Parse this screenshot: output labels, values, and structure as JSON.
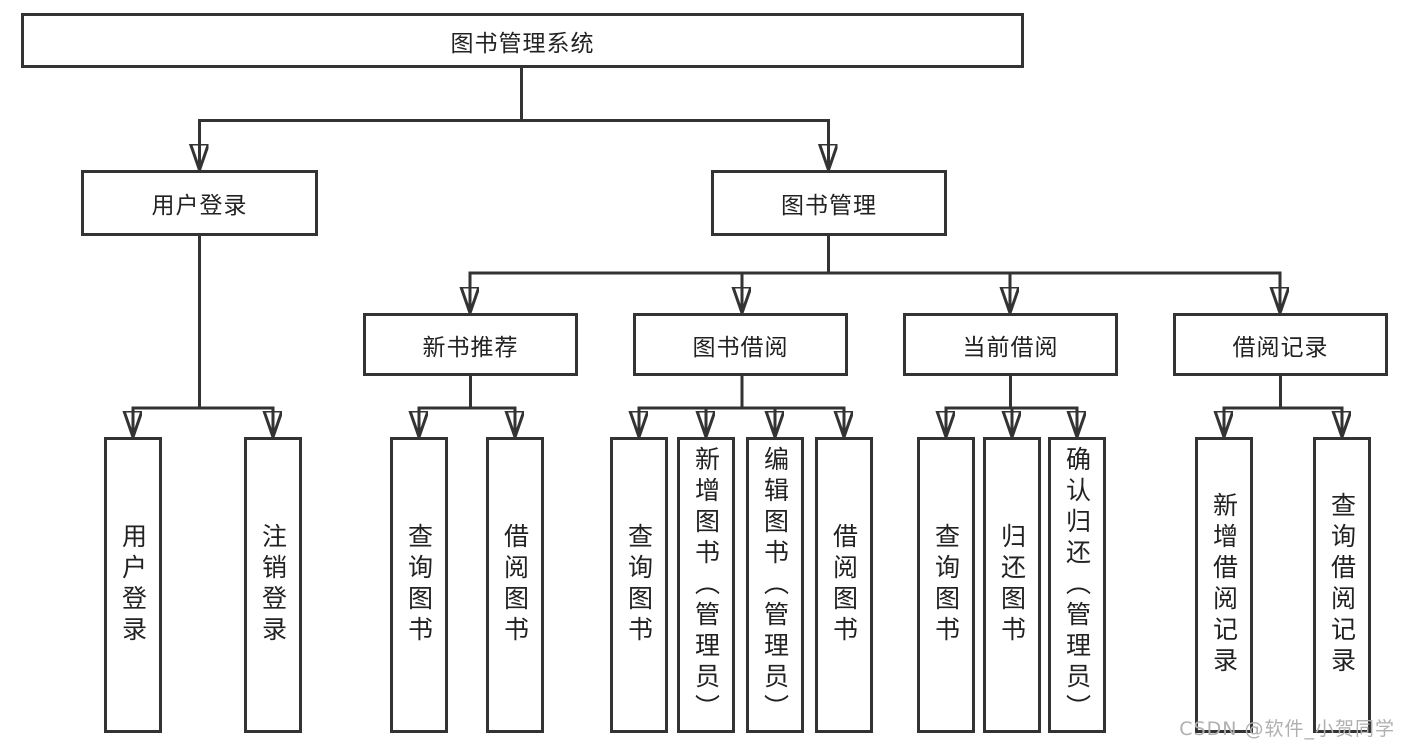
{
  "colors": {
    "line": "#333333",
    "box_border": "#333333",
    "text": "#222222",
    "background": "#ffffff",
    "watermark": "#b0b0b0"
  },
  "diagram": {
    "root": {
      "label": "图书管理系统"
    },
    "level2": {
      "user_login": {
        "label": "用户登录"
      },
      "book_mgmt": {
        "label": "图书管理"
      }
    },
    "level3": {
      "new_books": {
        "label": "新书推荐"
      },
      "book_borrow": {
        "label": "图书借阅"
      },
      "current_borrow": {
        "label": "当前借阅"
      },
      "borrow_records": {
        "label": "借阅记录"
      }
    },
    "leaves": {
      "user_login": [
        "用户登录",
        "注销登录"
      ],
      "new_books": [
        "查询图书",
        "借阅图书"
      ],
      "book_borrow": [
        "查询图书",
        "新增图书（管理员）",
        "编辑图书（管理员）",
        "借阅图书"
      ],
      "current_borrow": [
        "查询图书",
        "归还图书",
        "确认归还（管理员）"
      ],
      "borrow_records": [
        "新增借阅记录",
        "查询借阅记录"
      ]
    }
  },
  "watermark": "CSDN @软件_小贺同学"
}
